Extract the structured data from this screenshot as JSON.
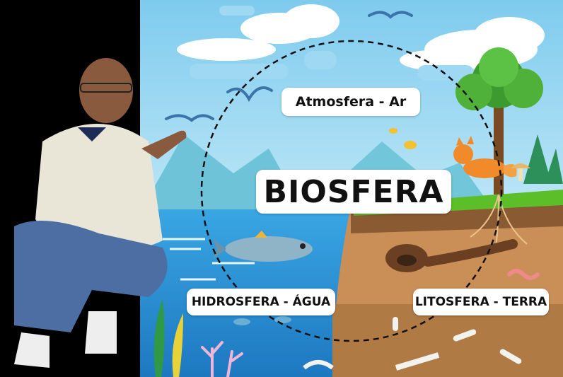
{
  "labels": {
    "atmosphere": "Atmosfera - Ar",
    "title": "BIOSFERA",
    "hydrosphere": "HIDROSFERA - ÁGUA",
    "lithosphere": "LITOSFERA - TERRA"
  },
  "colors": {
    "sky": "#86d0f0",
    "water": "#2b93d6",
    "soil": "#c9905a",
    "grass": "#5cbf2a",
    "background_left": "#000000"
  }
}
